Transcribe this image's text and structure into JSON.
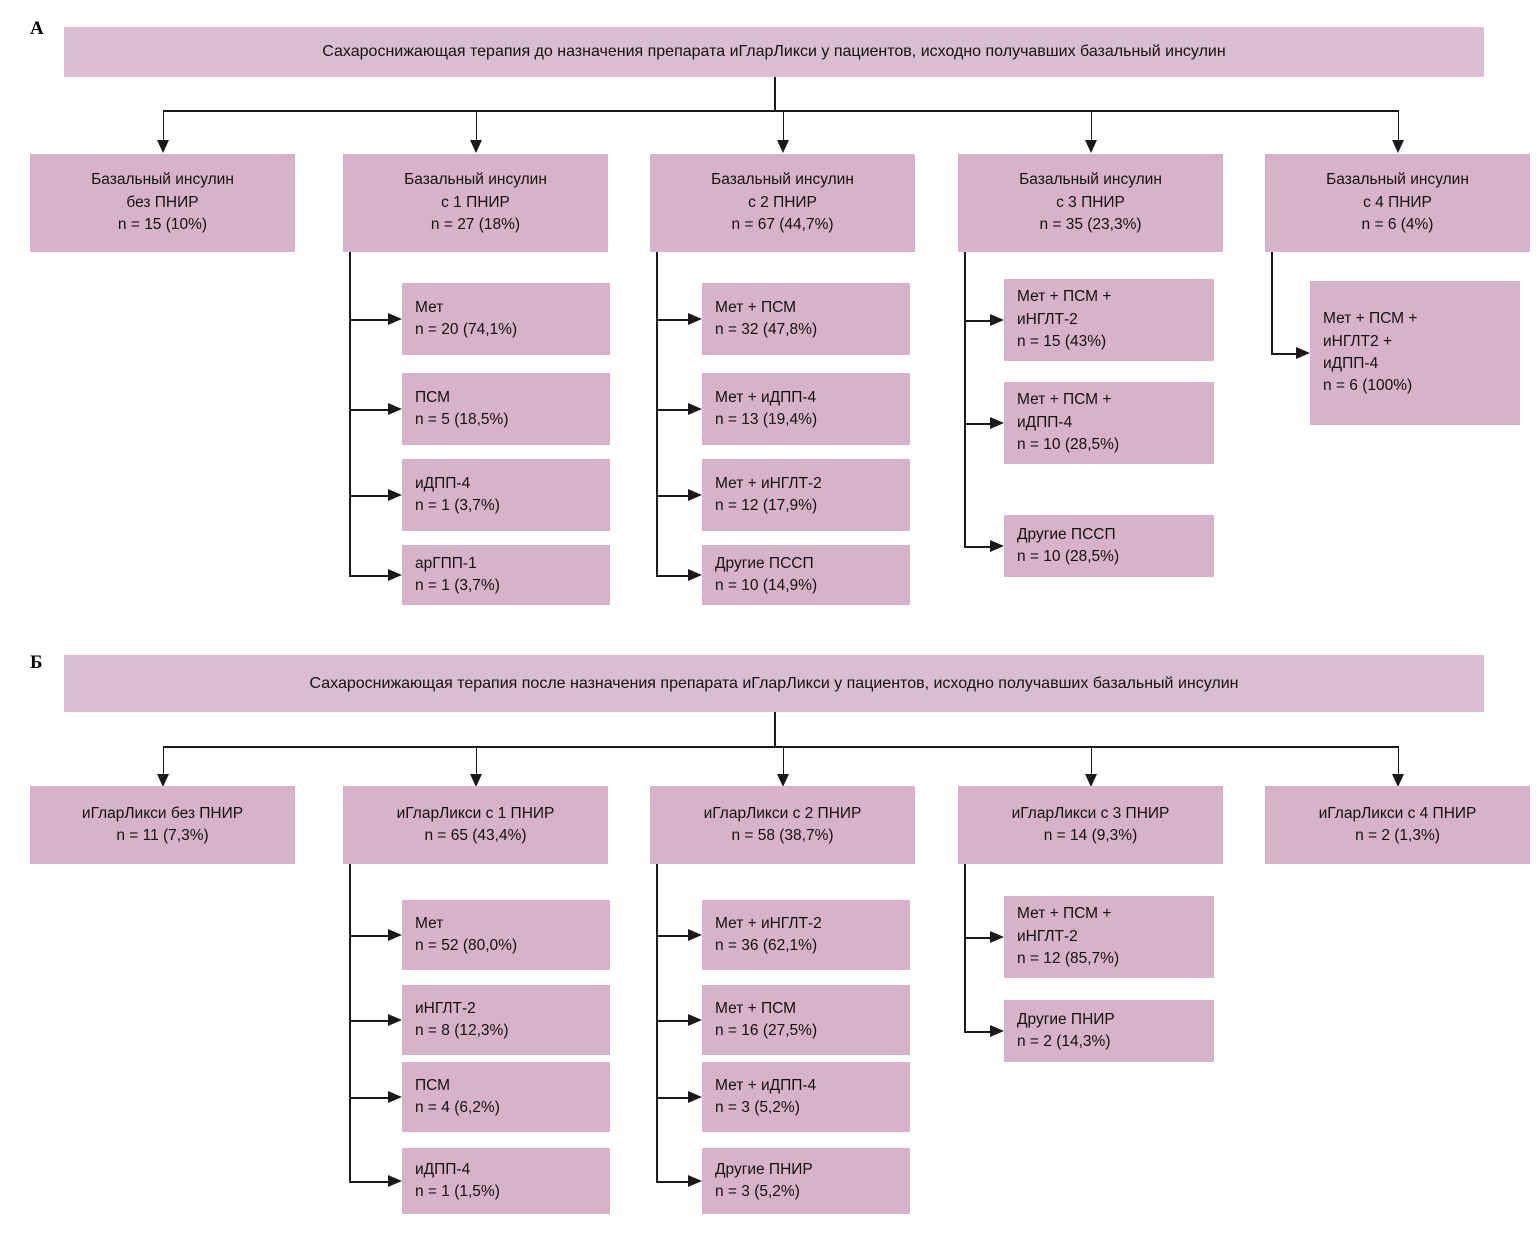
{
  "figure": {
    "type": "flowchart",
    "colors": {
      "box_fill": "#d6b3c9",
      "banner_fill": "#d9bdd0",
      "connector": "#1a1a1a",
      "text": "#15100f",
      "background": "#ffffff"
    }
  },
  "panels": [
    {
      "letter": "А",
      "banner": "Сахароснижающая терапия до назначения препарата иГларЛикси у пациентов, исходно получавших базальный инсулин",
      "columns": [
        {
          "title_lines": [
            "Базальный инсулин",
            "без ПНИР",
            "n = 15 (10%)"
          ],
          "children": []
        },
        {
          "title_lines": [
            "Базальный инсулин",
            "с 1 ПНИР",
            "n = 27 (18%)"
          ],
          "children": [
            {
              "lines": [
                "Мет",
                "n = 20 (74,1%)"
              ]
            },
            {
              "lines": [
                "ПСМ",
                "n = 5 (18,5%)"
              ]
            },
            {
              "lines": [
                "иДПП-4",
                "n = 1 (3,7%)"
              ]
            },
            {
              "lines": [
                "арГПП-1",
                "n = 1 (3,7%)"
              ]
            }
          ]
        },
        {
          "title_lines": [
            "Базальный инсулин",
            "с 2 ПНИР",
            "n = 67 (44,7%)"
          ],
          "children": [
            {
              "lines": [
                "Мет + ПСМ",
                "n = 32 (47,8%)"
              ]
            },
            {
              "lines": [
                "Мет + иДПП-4",
                "n = 13 (19,4%)"
              ]
            },
            {
              "lines": [
                "Мет + иНГЛТ-2",
                "n = 12 (17,9%)"
              ]
            },
            {
              "lines": [
                "Другие ПССП",
                "n = 10 (14,9%)"
              ]
            }
          ]
        },
        {
          "title_lines": [
            "Базальный инсулин",
            "с 3 ПНИР",
            "n = 35 (23,3%)"
          ],
          "children": [
            {
              "lines": [
                "Мет + ПСМ +",
                "иНГЛТ-2",
                "n = 15 (43%)"
              ]
            },
            {
              "lines": [
                "Мет + ПСМ +",
                "иДПП-4",
                "n = 10 (28,5%)"
              ]
            },
            {
              "lines": [
                "Другие ПССП",
                "n = 10 (28,5%)"
              ]
            }
          ]
        },
        {
          "title_lines": [
            "Базальный инсулин",
            "с 4 ПНИР",
            "n = 6 (4%)"
          ],
          "children": [
            {
              "lines": [
                "Мет + ПСМ +",
                "иНГЛТ2 +",
                "иДПП-4",
                "n = 6 (100%)"
              ]
            }
          ]
        }
      ]
    },
    {
      "letter": "Б",
      "banner": "Сахароснижающая терапия после назначения препарата иГларЛикси у пациентов, исходно получавших базальный инсулин",
      "columns": [
        {
          "title_lines": [
            "иГларЛикси без ПНИР",
            "n = 11 (7,3%)"
          ],
          "children": []
        },
        {
          "title_lines": [
            "иГларЛикси с 1 ПНИР",
            "n = 65 (43,4%)"
          ],
          "children": [
            {
              "lines": [
                "Мет",
                "n = 52 (80,0%)"
              ]
            },
            {
              "lines": [
                "иНГЛТ-2",
                "n = 8 (12,3%)"
              ]
            },
            {
              "lines": [
                "ПСМ",
                "n = 4 (6,2%)"
              ]
            },
            {
              "lines": [
                "иДПП-4",
                "n = 1 (1,5%)"
              ]
            }
          ]
        },
        {
          "title_lines": [
            "иГларЛикси с 2 ПНИР",
            "n = 58 (38,7%)"
          ],
          "children": [
            {
              "lines": [
                "Мет + иНГЛТ-2",
                "n = 36 (62,1%)"
              ]
            },
            {
              "lines": [
                "Мет + ПСМ",
                "n = 16 (27,5%)"
              ]
            },
            {
              "lines": [
                "Мет + иДПП-4",
                "n = 3 (5,2%)"
              ]
            },
            {
              "lines": [
                "Другие ПНИР",
                "n = 3 (5,2%)"
              ]
            }
          ]
        },
        {
          "title_lines": [
            "иГларЛикси с 3 ПНИР",
            "n = 14 (9,3%)"
          ],
          "children": [
            {
              "lines": [
                "Мет + ПСМ +",
                "иНГЛТ-2",
                "n = 12 (85,7%)"
              ]
            },
            {
              "lines": [
                "Другие ПНИР",
                "n = 2 (14,3%)"
              ]
            }
          ]
        },
        {
          "title_lines": [
            "иГларЛикси с 4 ПНИР",
            "n = 2 (1,3%)"
          ],
          "children": []
        }
      ]
    }
  ]
}
